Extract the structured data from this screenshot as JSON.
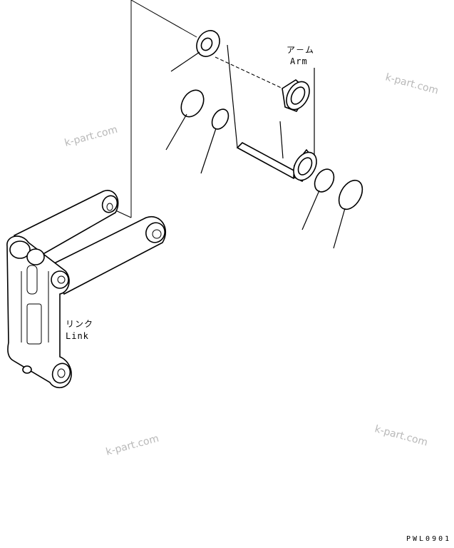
{
  "labels": {
    "arm_jp": "ア－ム",
    "arm_en": "Arm",
    "link_jp": "リンク",
    "link_en": "Link"
  },
  "watermarks": [
    "k-part.com",
    "k-part.com",
    "k-part.com",
    "k-part.com"
  ],
  "figure_code": "PWL0901",
  "icons": {
    "link_part": "link-assembly-icon",
    "arm_boss": "arm-boss-icon",
    "seal": "o-ring-icon",
    "shim": "shim-washer-icon"
  }
}
